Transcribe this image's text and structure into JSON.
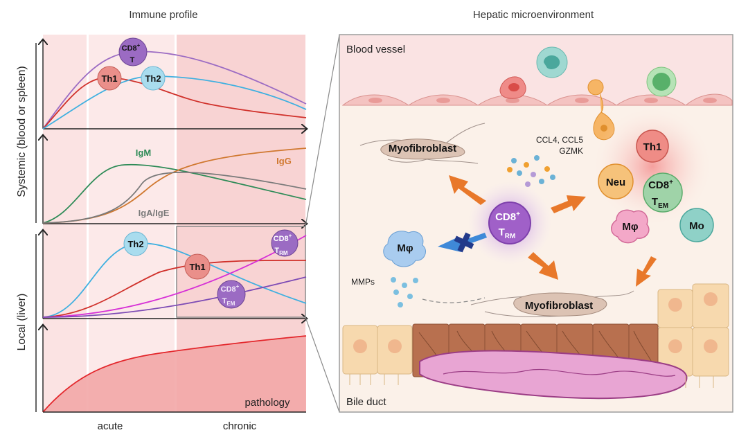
{
  "titles": {
    "left": "Immune profile",
    "right": "Hepatic microenvironment"
  },
  "axes": {
    "systemic": "Systemic (blood or spleen)",
    "local": "Local (liver)",
    "acute": "acute",
    "chronic": "chronic"
  },
  "panel1": {
    "cd8_line1": "CD8",
    "cd8_sup": "+",
    "cd8_line2": "T",
    "th1": "Th1",
    "th2": "Th2"
  },
  "panel2": {
    "igm": "IgM",
    "igg": "IgG",
    "igae": "IgA/IgE"
  },
  "panel3": {
    "th2": "Th2",
    "th1": "Th1",
    "trm_main": "CD8",
    "trm_sup": "+",
    "trm_t": "T",
    "trm_sub": "RM",
    "tem_main": "CD8",
    "tem_sup": "+",
    "tem_t": "T",
    "tem_sub": "EM"
  },
  "panel4": {
    "pathology": "pathology"
  },
  "micro": {
    "blood_vessel": "Blood vessel",
    "bile_duct": "Bile duct",
    "myofib_top": "Myofibroblast",
    "myofib_bottom": "Myofibroblast",
    "ccl_line1": "CCL4, CCL5",
    "ccl_line2": "GZMK",
    "mmps": "MMPs",
    "center_main": "CD8",
    "center_sup": "+",
    "center_t": "T",
    "center_sub": "RM",
    "mphi_left": "Mφ",
    "th1": "Th1",
    "neu": "Neu",
    "tem_main": "CD8",
    "tem_sup": "+",
    "tem_t": "T",
    "tem_sub": "EM",
    "mphi_right": "Mφ",
    "mo": "Mo"
  },
  "colors": {
    "th1": "#d0302a",
    "th2": "#3fb0e0",
    "cd8": "#9b6bc3",
    "igm": "#2e8b57",
    "igg": "#d0782f",
    "igae": "#7a7a7a",
    "trm": "#d62fd6",
    "tem": "#7d4bb5",
    "pathology": "#e3252a",
    "arrow": "#e8782a"
  }
}
